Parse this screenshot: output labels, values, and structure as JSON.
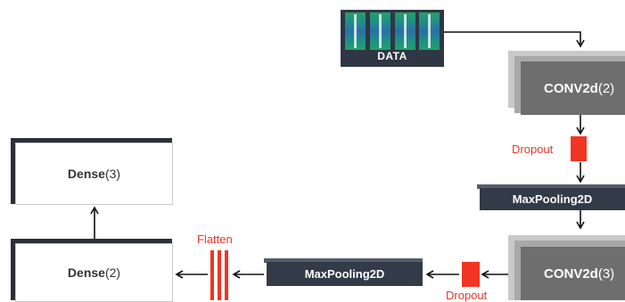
{
  "data_block": {
    "label": "DATA"
  },
  "conv_top": {
    "name": "CONV2d",
    "units": "(2)"
  },
  "conv_bottom": {
    "name": "CONV2d",
    "units": "(3)"
  },
  "dropout_top": {
    "label": "Dropout"
  },
  "dropout_bottom": {
    "label": "Dropout"
  },
  "maxpool_right": {
    "label": "MaxPooling2D"
  },
  "maxpool_left": {
    "label": "MaxPooling2D"
  },
  "flatten": {
    "label": "Flatten"
  },
  "dense_top": {
    "name": "Dense",
    "units": "(3)"
  },
  "dense_bottom": {
    "name": "Dense",
    "units": "(2)"
  },
  "colors": {
    "dark": "#333a48",
    "conv": "#6e6e6e",
    "accent": "#f03524"
  }
}
